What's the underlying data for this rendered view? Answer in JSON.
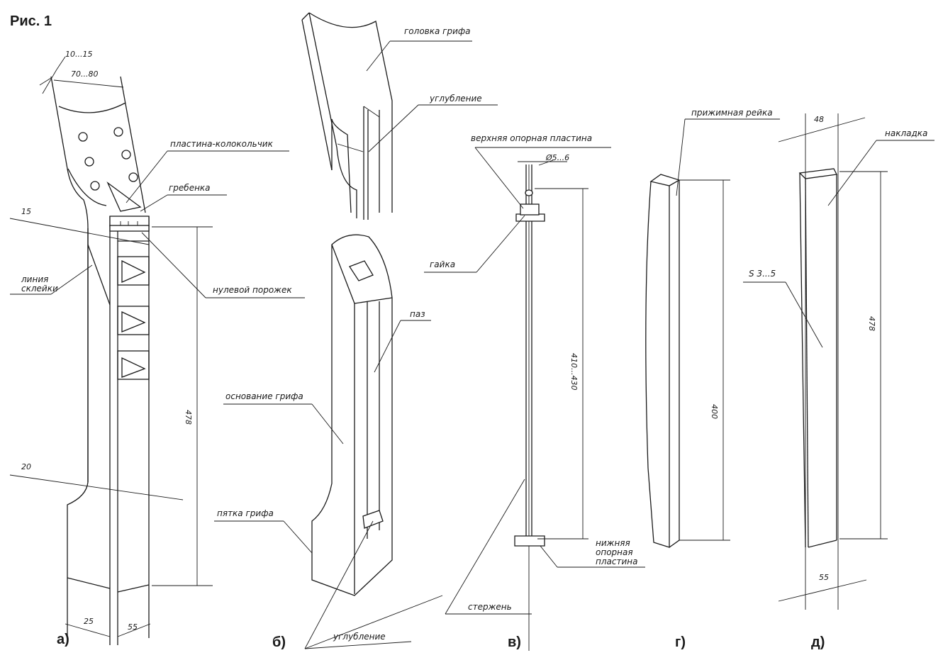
{
  "figure_title": "Рис. 1",
  "captions": {
    "a": "а)",
    "b": "б)",
    "v": "в)",
    "g": "г)",
    "d": "д)"
  },
  "labels": {
    "plastina_kolokolchik": "пластина-колокольчик",
    "grebenka": "гребенка",
    "liniya_skleyki": "линия\nсклейки",
    "nulevoy_porozhek": "нулевой порожек",
    "golovka_grifa": "головка грифа",
    "uglublenie_top": "углубление",
    "osnovanie_grifa": "основание грифа",
    "paz": "паз",
    "pyatka_grifa": "пятка грифа",
    "uglublenie_bottom": "углубление",
    "verkhnyaya_plastina": "верхняя опорная пластина",
    "gayka": "гайка",
    "nizhnyaya_plastina": "нижняя\nопорная\nпластина",
    "sterzhen": "стержень",
    "prizhimnaya_reyka": "прижимная рейка",
    "nakladka": "накладка",
    "thickness": "S 3...5"
  },
  "dimensions": {
    "a_head_thickness": "10...15",
    "a_head_width": "70...80",
    "a_15": "15",
    "a_20": "20",
    "a_478": "478",
    "a_25": "25",
    "a_55": "55",
    "v_diameter": "Ø5...6",
    "v_length": "410...430",
    "g_400": "400",
    "d_48": "48",
    "d_478": "478",
    "d_55": "55"
  }
}
